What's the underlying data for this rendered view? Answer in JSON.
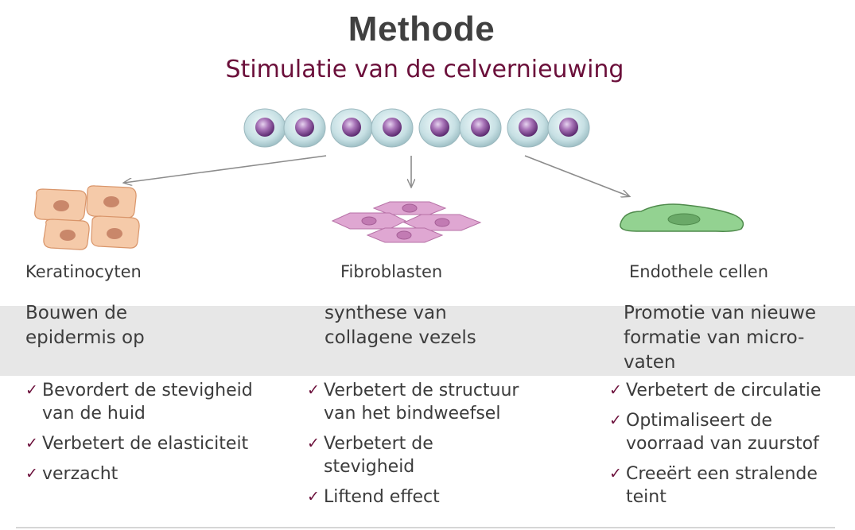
{
  "title": "Methode",
  "subtitle": "Stimulatie van de celvernieuwing",
  "colors": {
    "title": "#404040",
    "subtitle": "#6b0f3a",
    "check": "#6b0f3a",
    "band": "#e7e7e7",
    "stem_cell_outer": "#b9d6db",
    "stem_cell_nucleus": "#8e4e9c",
    "keratinocyte": "#f4c9a8",
    "fibroblast": "#dca3cf",
    "endothelial": "#8fcf8c"
  },
  "columns": [
    {
      "id": "keratinocyten",
      "icon": "keratinocyte-cells-icon",
      "name": "Keratinocyten",
      "role": [
        "Bouwen de",
        "epidermis op"
      ],
      "benefits": [
        [
          "Bevordert de stevigheid",
          "van de huid"
        ],
        [
          "Verbetert de elasticiteit"
        ],
        [
          "verzacht"
        ]
      ]
    },
    {
      "id": "fibroblasten",
      "icon": "fibroblast-cells-icon",
      "name": "Fibroblasten",
      "role": [
        "synthese van",
        "collagene vezels"
      ],
      "benefits": [
        [
          "Verbetert de structuur",
          "van het bindweefsel"
        ],
        [
          "Verbetert de",
          "stevigheid"
        ],
        [
          "Liftend effect"
        ]
      ]
    },
    {
      "id": "endothele-cellen",
      "icon": "endothelial-cell-icon",
      "name": "Endothele cellen",
      "role": [
        "Promotie van nieuwe",
        "formatie van micro-",
        "vaten"
      ],
      "benefits": [
        [
          "Verbetert de circulatie"
        ],
        [
          "Optimaliseert de",
          "voorraad van zuurstof"
        ],
        [
          "Creeërt een stralende",
          "teint"
        ]
      ]
    }
  ]
}
